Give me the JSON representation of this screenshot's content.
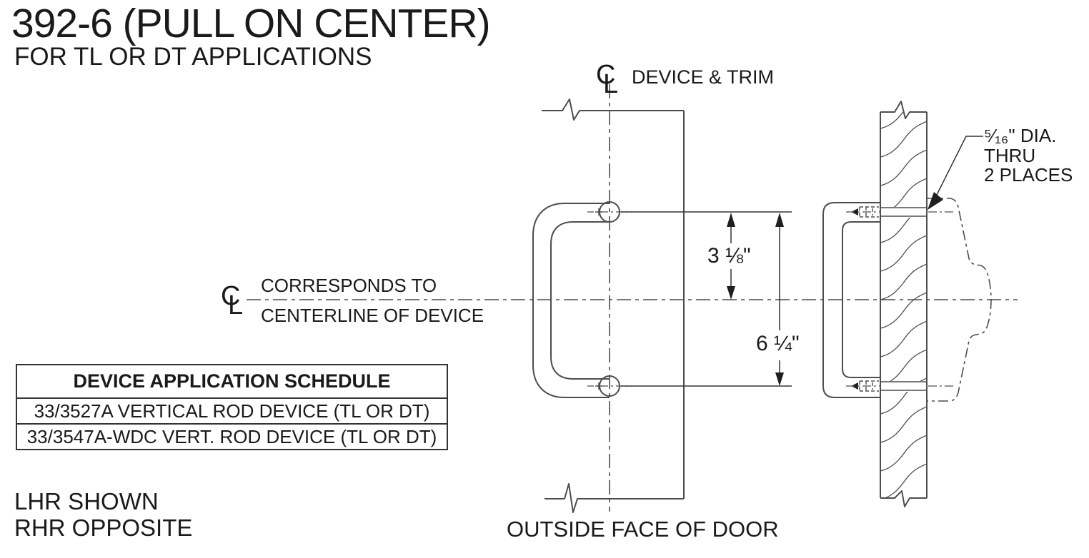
{
  "header": {
    "title": "392-6 (PULL ON CENTER)",
    "subtitle": "FOR TL OR DT APPLICATIONS"
  },
  "centerline_symbol": {
    "c": "C",
    "l": "L"
  },
  "labels": {
    "device_trim": "DEVICE & TRIM",
    "corresponds_line1": "CORRESPONDS TO",
    "corresponds_line2": "CENTERLINE OF DEVICE",
    "outside_face": "OUTSIDE FACE OF DOOR",
    "handing_line1": "LHR SHOWN",
    "handing_line2": "RHR OPPOSITE"
  },
  "dimensions": {
    "center_to_top_hole": "3 ⅛\"",
    "hole_to_hole": "6 ¼\"",
    "hole_note_line1": "⁵⁄₁₆\" DIA.",
    "hole_note_line2": "THRU",
    "hole_note_line3": "2 PLACES"
  },
  "schedule": {
    "title": "DEVICE APPLICATION SCHEDULE",
    "rows": [
      "33/3527A VERTICAL ROD DEVICE (TL OR DT)",
      "33/3547A-WDC VERT. ROD DEVICE (TL OR DT)"
    ]
  },
  "colors": {
    "line": "#4d4d4d",
    "text": "#1a1a1a",
    "background": "#ffffff"
  }
}
